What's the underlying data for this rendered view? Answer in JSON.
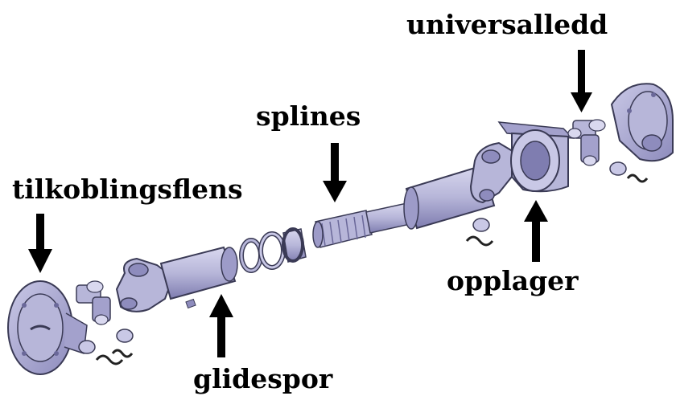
{
  "diagram": {
    "labels": {
      "universal_joint": "universalledd",
      "splines": "splines",
      "flange": "tilkoblingsflens",
      "bearing": "opplager",
      "slip_groove": "glidespor"
    },
    "colors": {
      "part_fill": "#b7b6d9",
      "part_dark": "#8e8cbd",
      "part_light": "#d9d8ef",
      "outline": "#3a3a55",
      "arrow": "#000000"
    }
  }
}
